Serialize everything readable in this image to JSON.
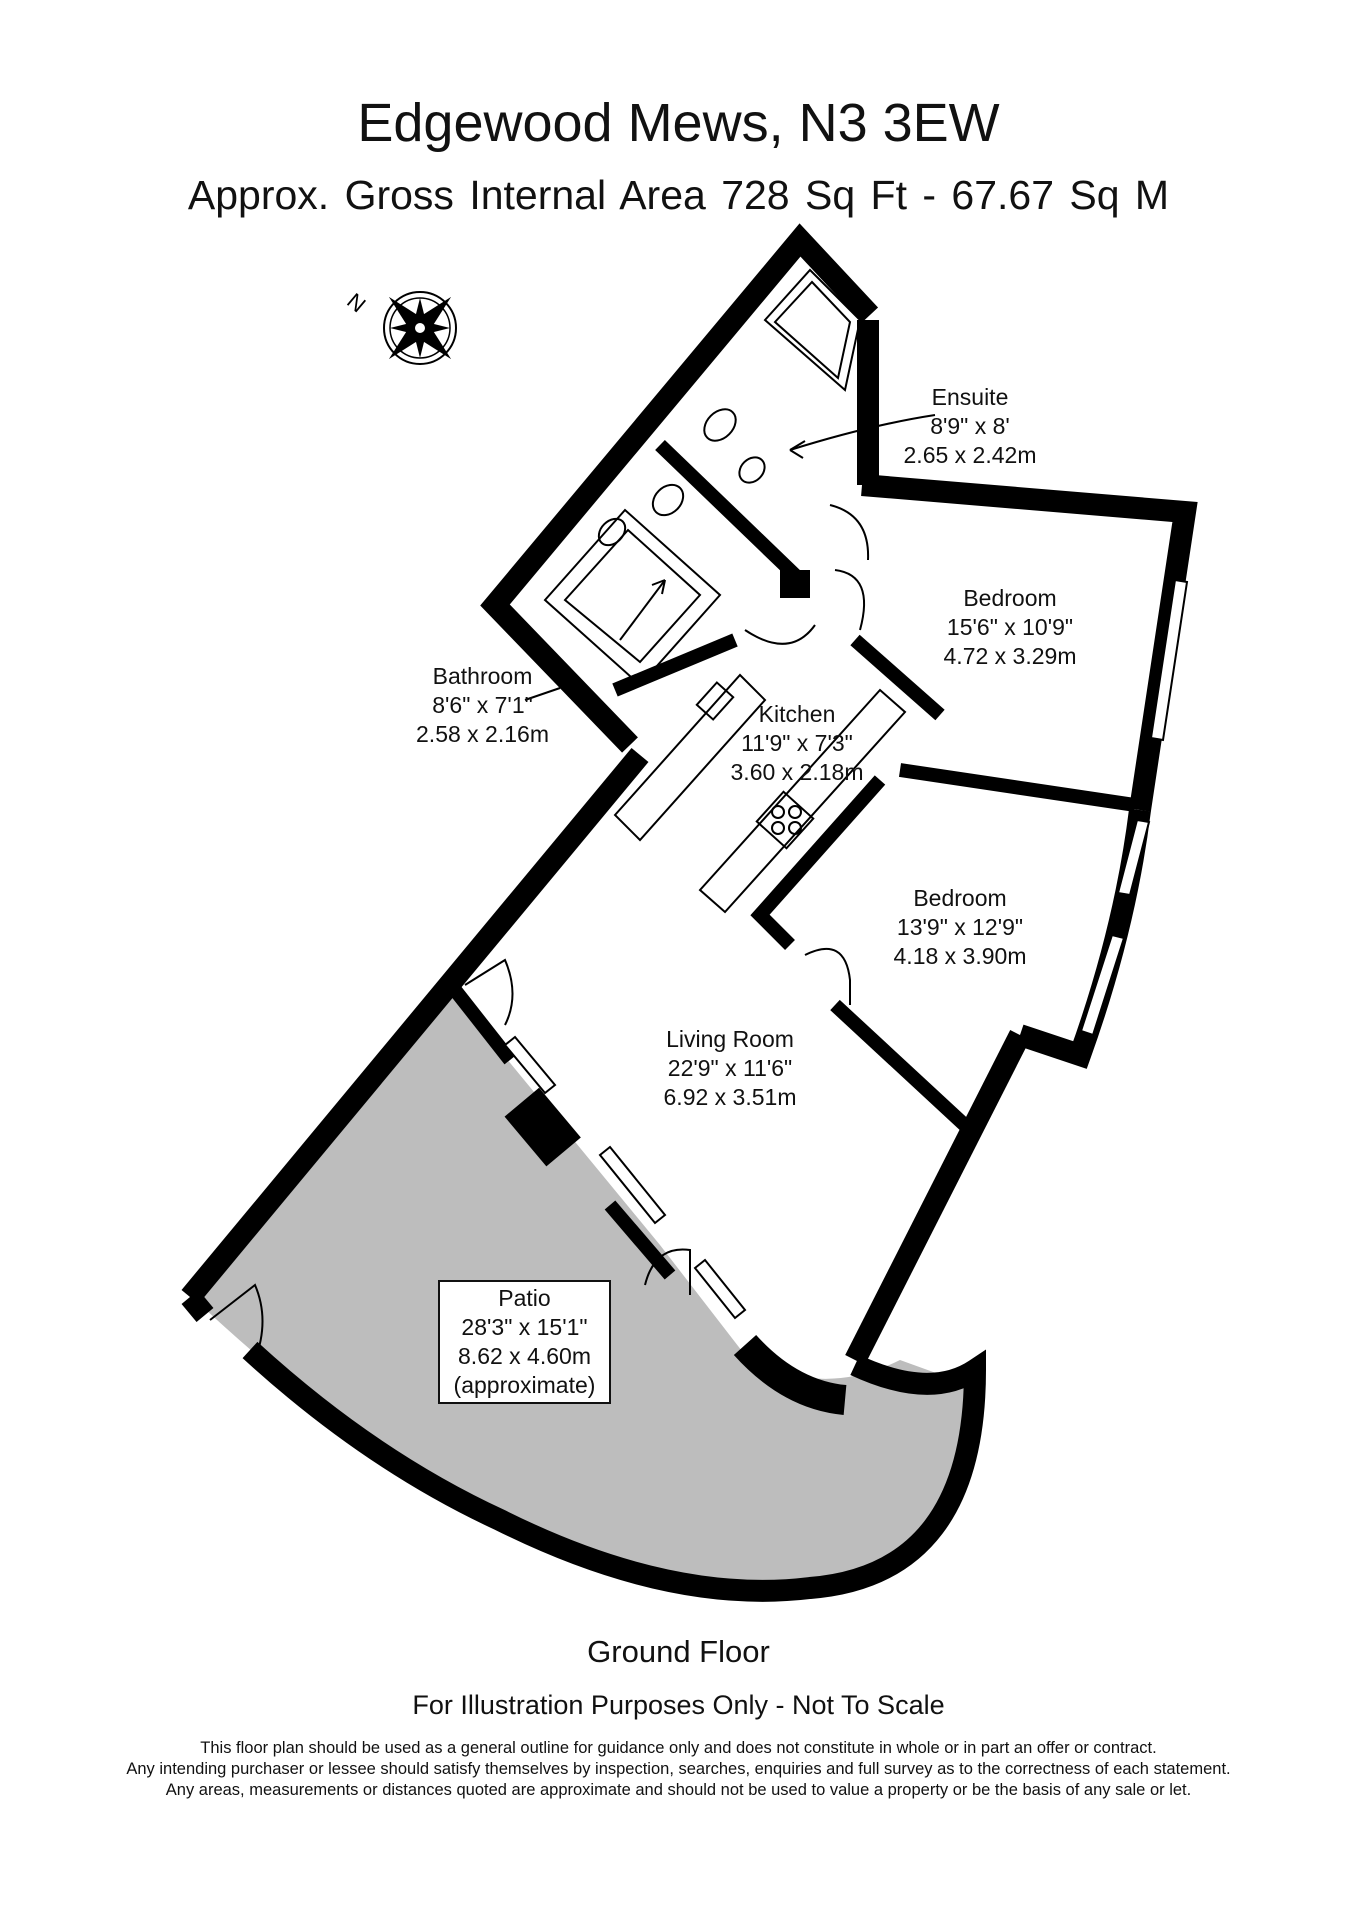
{
  "header": {
    "title": "Edgewood Mews, N3 3EW",
    "area": "Approx. Gross Internal Area   728 Sq Ft  -  67.67 Sq M"
  },
  "compass": {
    "letter": "N"
  },
  "rooms": {
    "ensuite": {
      "name": "Ensuite",
      "imperial": "8'9\" x 8'",
      "metric": "2.65 x 2.42m"
    },
    "bedroom1": {
      "name": "Bedroom",
      "imperial": "15'6\" x 10'9\"",
      "metric": "4.72 x 3.29m"
    },
    "bathroom": {
      "name": "Bathroom",
      "imperial": "8'6\" x 7'1\"",
      "metric": "2.58 x 2.16m"
    },
    "kitchen": {
      "name": "Kitchen",
      "imperial": "11'9\" x 7'3\"",
      "metric": "3.60 x 2.18m"
    },
    "bedroom2": {
      "name": "Bedroom",
      "imperial": "13'9\" x 12'9\"",
      "metric": "4.18 x 3.90m"
    },
    "living": {
      "name": "Living Room",
      "imperial": "22'9\" x 11'6\"",
      "metric": "6.92 x 3.51m"
    },
    "patio": {
      "name": "Patio",
      "imperial": "28'3\" x 15'1\"",
      "metric": "8.62 x 4.60m",
      "note": "(approximate)"
    }
  },
  "footer": {
    "floor": "Ground Floor",
    "illustration": "For Illustration Purposes Only - Not To Scale",
    "disclaimer": [
      "This floor plan should be used as a general outline for guidance only and does not constitute in whole or in part an offer or contract.",
      "Any intending purchaser or lessee should satisfy themselves by inspection, searches, enquiries and full survey as to the correctness of each statement.",
      "Any areas, measurements or distances quoted are approximate and should not be used to value a property or be the basis of any sale or let."
    ]
  },
  "colors": {
    "wall": "#000000",
    "patio": "#bdbdbd",
    "background": "#ffffff"
  }
}
